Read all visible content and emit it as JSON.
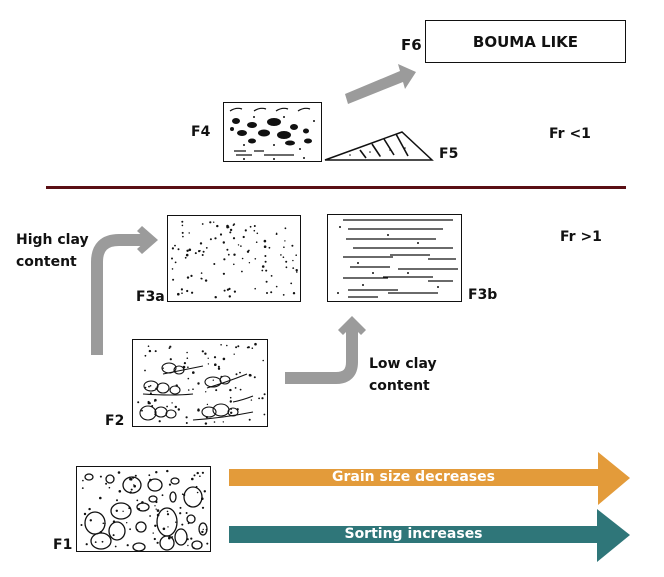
{
  "title_box": {
    "id": "F6",
    "text": "BOUMA LIKE"
  },
  "facies": {
    "f1": "F1",
    "f2": "F2",
    "f3a": "F3a",
    "f3b": "F3b",
    "f4": "F4",
    "f5": "F5",
    "f6": "F6"
  },
  "regimes": {
    "subcritical": "Fr <1",
    "supercritical": "Fr >1"
  },
  "branches": {
    "high_clay": [
      "High clay",
      "content"
    ],
    "low_clay": [
      "Low clay",
      "content"
    ]
  },
  "trend_arrows": [
    {
      "label": "Grain size decreases",
      "color": "#E39B3A"
    },
    {
      "label": "Sorting increases",
      "color": "#2F7679"
    }
  ],
  "colors": {
    "divider": "#5A0F14",
    "flow_arrow": "#9B9B9B",
    "outline": "#111111"
  }
}
